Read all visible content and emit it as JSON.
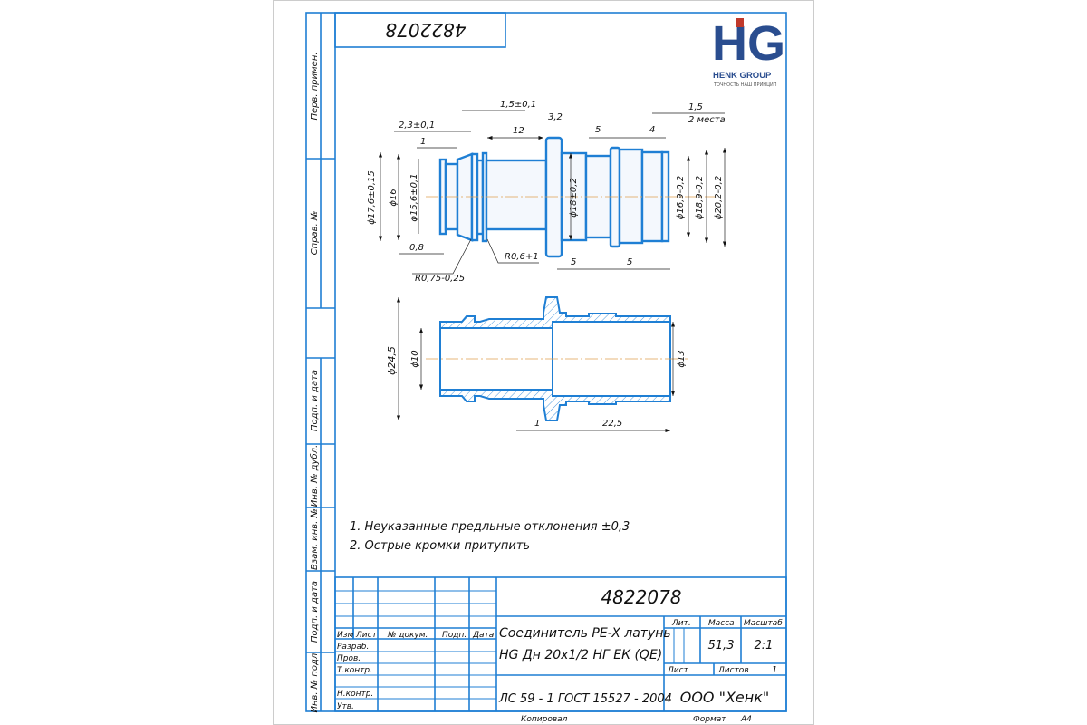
{
  "drawing_number": "4822078",
  "logo": {
    "mark": "HG",
    "name": "HENK GROUP",
    "tagline": "ТОЧНОСТЬ НАШ ПРИНЦИП"
  },
  "side_labels": [
    "Перв. примен.",
    "Справ. №",
    "Подп. и дата",
    "Инв. № дубл.",
    "Взам. инв. №",
    "Подп. и дата",
    "Инв. № подл."
  ],
  "dimensions_top": {
    "d1": "1,5±0,1",
    "d2": "2,3±0,1",
    "d3": "1",
    "d4": "12",
    "d5": "3,2",
    "d6": "5",
    "d7": "4",
    "d8": "1,5",
    "d8b": "2 места",
    "dia1": "ϕ17,6±0,15",
    "dia2": "ϕ16",
    "dia3": "ϕ15,6±0,1",
    "dia4": "ϕ18±0,2",
    "dia5": "ϕ16,9-0,2",
    "dia6": "ϕ18,9-0,2",
    "dia7": "ϕ20,2-0,2",
    "b1": "0,8",
    "r1": "R0,75-0,25",
    "r2": "R0,6+1",
    "b2": "5",
    "b3": "5"
  },
  "dimensions_section": {
    "dia_outer": "ϕ24,5",
    "dia_in1": "ϕ10",
    "dia_in2": "ϕ13",
    "len1": "1",
    "len2": "22,5"
  },
  "notes": [
    "1. Неуказанные предльные отклонения ±0,3",
    "2. Острые кромки притупить"
  ],
  "title_block": {
    "number": "4822078",
    "headers": [
      "Изм",
      "Лист",
      "№ докум.",
      "Подп.",
      "Дата"
    ],
    "roles": [
      "Разраб.",
      "Пров.",
      "Т.контр.",
      "Н.контр.",
      "Утв."
    ],
    "name_line1": "Соединитель PE-X латунь",
    "name_line2": "HG Дн 20х1/2 НГ ЕК (QE)",
    "lit_label": "Лит.",
    "mass_label": "Масса",
    "scale_label": "Масштаб",
    "mass": "51,3",
    "scale": "2:1",
    "sheet_label": "Лист",
    "sheets_label": "Листов",
    "sheets": "1",
    "material": "ЛС 59 - 1 ГОСТ 15527 - 2004",
    "company": "ООО \"Хенк\"",
    "copied": "Копировал",
    "format_label": "Формат",
    "format": "A4"
  },
  "colors": {
    "line": "#1f7fd4",
    "logo_blue": "#2a4d8f",
    "logo_red": "#c0392b"
  }
}
